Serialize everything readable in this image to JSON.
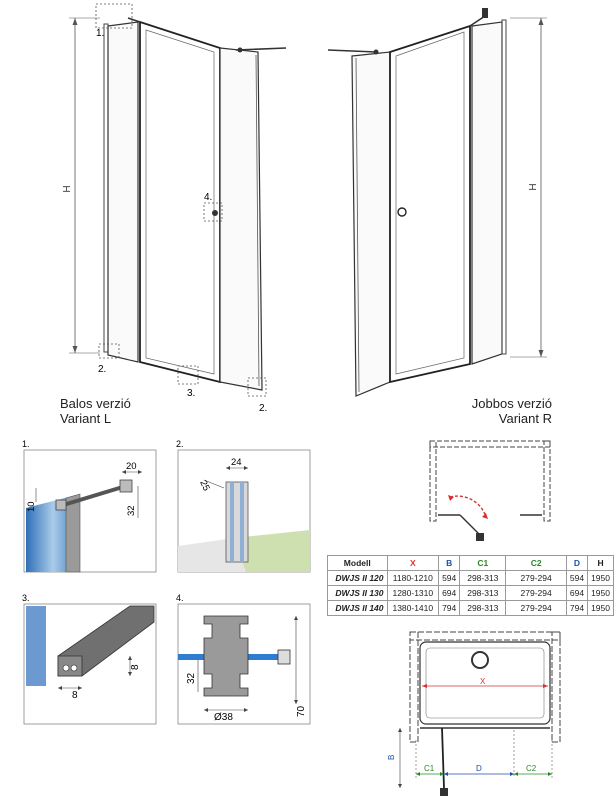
{
  "top_left": {
    "height_label": "H",
    "callouts": [
      "1.",
      "2.",
      "2.",
      "3.",
      "4."
    ],
    "caption_hu": "Balos verzió",
    "caption_en": "Variant L"
  },
  "top_right": {
    "height_label": "H",
    "caption_hu": "Jobbos verzió",
    "caption_en": "Variant R"
  },
  "details": {
    "d1": {
      "num": "1.",
      "dims": [
        "20",
        "10",
        "32"
      ]
    },
    "d2": {
      "num": "2.",
      "dims": [
        "24",
        "25"
      ]
    },
    "d3": {
      "num": "3.",
      "dims": [
        "8",
        "8"
      ]
    },
    "d4": {
      "num": "4.",
      "dims": [
        "32",
        "70",
        "Ø38"
      ]
    }
  },
  "table": {
    "headers": [
      "Modell",
      "X",
      "B",
      "C1",
      "C2",
      "D",
      "H"
    ],
    "rows": [
      [
        "DWJS II 120",
        "1180-1210",
        "594",
        "298-313",
        "279-294",
        "594",
        "1950"
      ],
      [
        "DWJS II 130",
        "1280-1310",
        "694",
        "298-313",
        "279-294",
        "694",
        "1950"
      ],
      [
        "DWJS II 140",
        "1380-1410",
        "794",
        "298-313",
        "279-294",
        "794",
        "1950"
      ]
    ]
  },
  "plan": {
    "x_label": "X",
    "b_label": "B",
    "c1_label": "C1",
    "d_label": "D",
    "c2_label": "C2"
  },
  "colors": {
    "red": "#d33333",
    "blue": "#1f4fa8",
    "green": "#2a8a2a",
    "glass": "#4d86c8"
  }
}
